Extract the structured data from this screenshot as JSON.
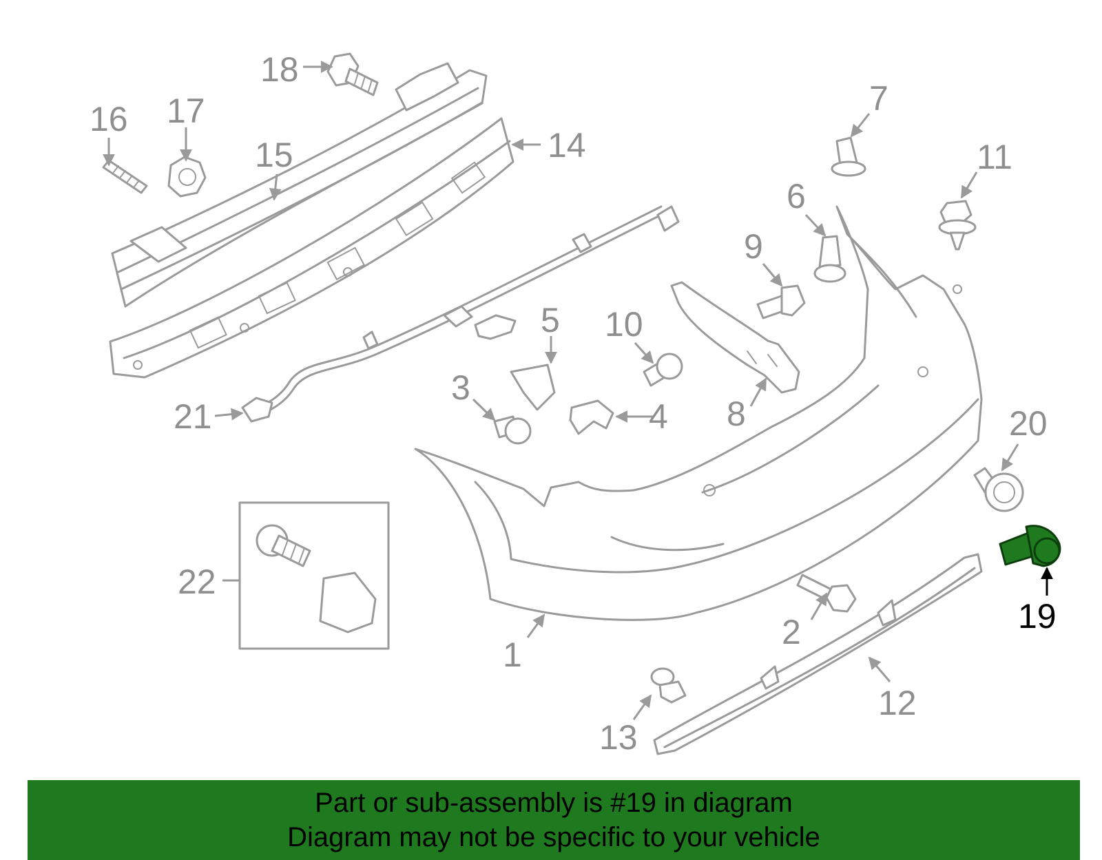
{
  "labels": {
    "p1": "1",
    "p2": "2",
    "p3": "3",
    "p4": "4",
    "p5": "5",
    "p6": "6",
    "p7": "7",
    "p8": "8",
    "p9": "9",
    "p10": "10",
    "p11": "11",
    "p12": "12",
    "p13": "13",
    "p14": "14",
    "p15": "15",
    "p16": "16",
    "p17": "17",
    "p18": "18",
    "p19": "19",
    "p20": "20",
    "p21": "21",
    "p22": "22"
  },
  "highlighted_part": "19",
  "colors": {
    "highlight": "#1f7a1f",
    "banner": "#1f7a1f",
    "part_outline": "#9a9a9a",
    "label": "#8f8f8f"
  },
  "banner": {
    "line1": "Part or sub-assembly is #19 in diagram",
    "line2": "Diagram may not be specific to your vehicle"
  }
}
